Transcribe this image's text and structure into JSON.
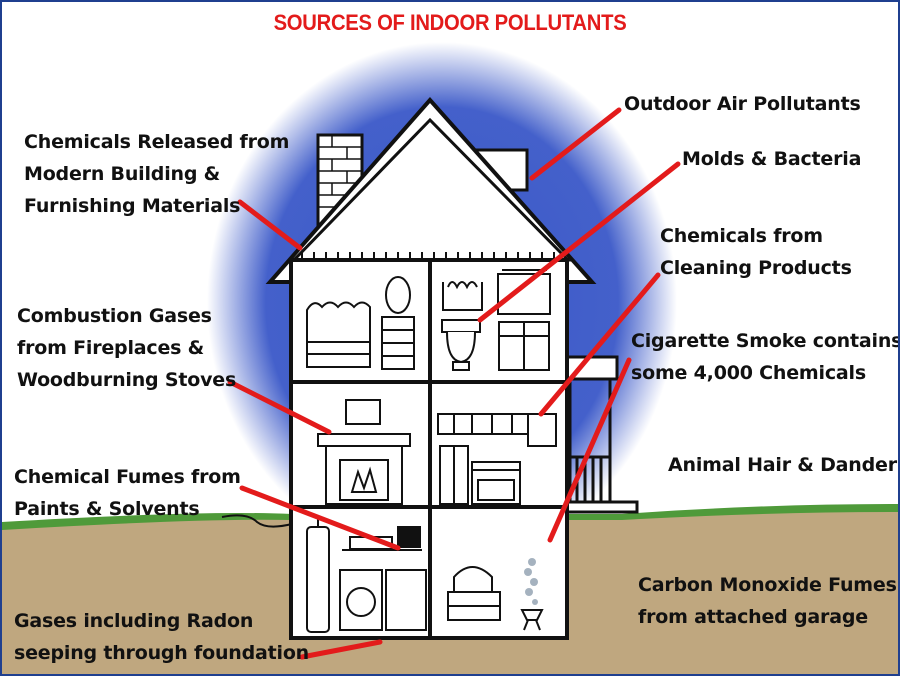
{
  "title": "SOURCES OF INDOOR POLLUTANTS",
  "colors": {
    "title": "#e31b1b",
    "pointer": "#e31b1b",
    "glow": "#3a58c8",
    "ground": "#bfa77f",
    "grass": "#4f9a3a",
    "outline": "#111111",
    "frame": "#1f3f8f"
  },
  "labels": {
    "chemicals_building": "Chemicals Released from\nModern Building &\nFurnishing Materials",
    "combustion_gases": "Combustion Gases\nfrom Fireplaces &\nWoodburning Stoves",
    "chemical_fumes": "Chemical Fumes from\nPaints & Solvents",
    "radon": "Gases including Radon\nseeping through foundation",
    "outdoor_air": "Outdoor Air Pollutants",
    "molds": "Molds & Bacteria",
    "cleaning_products": "Chemicals from\nCleaning Products",
    "cigarette_smoke": "Cigarette Smoke contains\nsome 4,000 Chemicals",
    "animal_hair": "Animal Hair & Dander",
    "carbon_monoxide": "Carbon Monoxide Fumes\nfrom attached garage"
  },
  "icons": [
    "chimney-icon",
    "bed-icon",
    "dresser-icon",
    "toilet-icon",
    "bathtub-icon",
    "fireplace-icon",
    "kitchen-cabinets-icon",
    "stove-icon",
    "water-heater-icon",
    "paint-cans-icon",
    "washer-icon",
    "armchair-icon",
    "porch-icon"
  ]
}
